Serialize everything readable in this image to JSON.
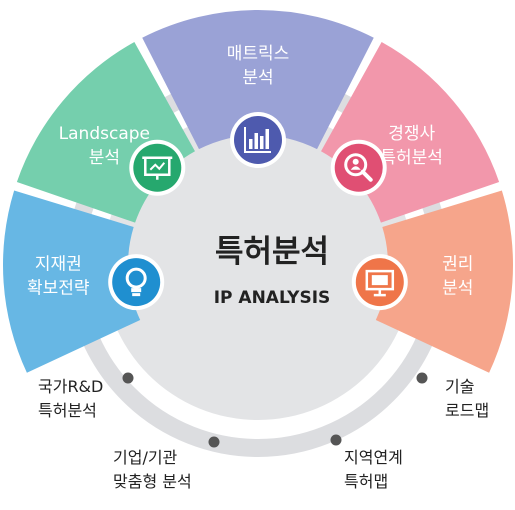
{
  "center": {
    "title": "특허분석",
    "subtitle": "IP ANALYSIS"
  },
  "segments": [
    {
      "id": "ip-strategy",
      "label_lines": [
        "지재권",
        "확보전략"
      ],
      "color": "#67b7e4",
      "icon": "lightbulb-icon",
      "icon_color": "#1f8fd0"
    },
    {
      "id": "landscape",
      "label_lines": [
        "Landscape",
        "분석"
      ],
      "color": "#75cfad",
      "icon": "presentation-board-icon",
      "icon_color": "#26a86e"
    },
    {
      "id": "matrix",
      "label_lines": [
        "매트릭스",
        "분석"
      ],
      "color": "#9aa2d6",
      "icon": "bar-chart-icon",
      "icon_color": "#4e5aae"
    },
    {
      "id": "competitor",
      "label_lines": [
        "경쟁사",
        "특허분석"
      ],
      "color": "#f297ab",
      "icon": "magnifier-user-icon",
      "icon_color": "#e04f73"
    },
    {
      "id": "rights",
      "label_lines": [
        "권리",
        "분석"
      ],
      "color": "#f6a58b",
      "icon": "monitor-icon",
      "icon_color": "#ef7549"
    }
  ],
  "outer_items": [
    {
      "id": "national-rd",
      "label_lines": [
        "국가R&D",
        "특허분석"
      ]
    },
    {
      "id": "corporate",
      "label_lines": [
        "기업/기관",
        "맞춤형 분석"
      ]
    },
    {
      "id": "regional",
      "label_lines": [
        "지역연계",
        "특허맵"
      ]
    },
    {
      "id": "tech-roadmap",
      "label_lines": [
        "기술",
        "로드맵"
      ]
    }
  ]
}
